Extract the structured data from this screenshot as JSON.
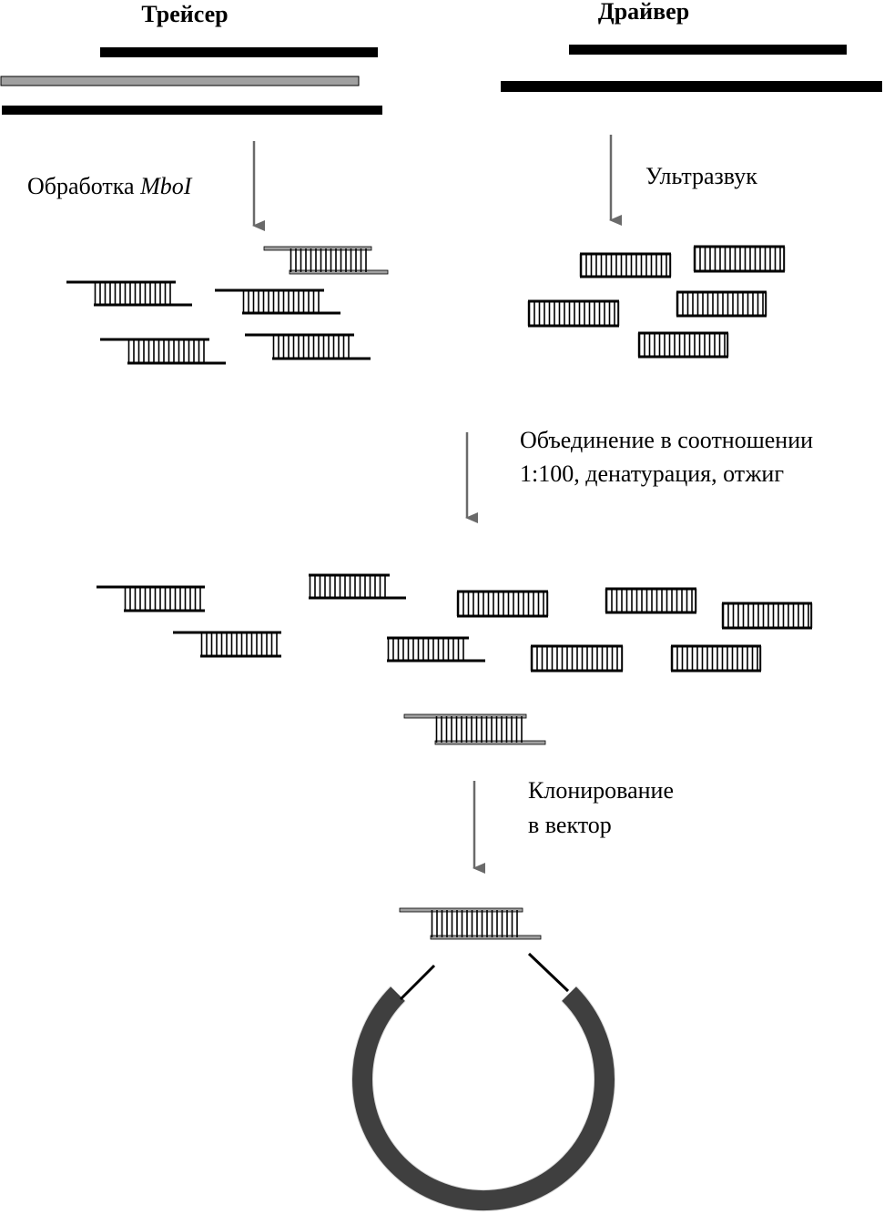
{
  "labels": {
    "tracer": "Трейсер",
    "driver": "Драйвер",
    "mboi_prefix": "Обработка ",
    "mboi_enzyme": "MboI",
    "ultrasound": "Ультразвук",
    "combine_line1": "Объединение в соотношении",
    "combine_line2": "1:100, денатурация, отжиг",
    "cloning_line1": "Клонирование",
    "cloning_line2": "в вектор"
  },
  "colors": {
    "dna_black": "#000000",
    "dna_gray": "#a0a0a0",
    "arrow": "#6a6a6a",
    "vector": "#4a4a4a"
  }
}
